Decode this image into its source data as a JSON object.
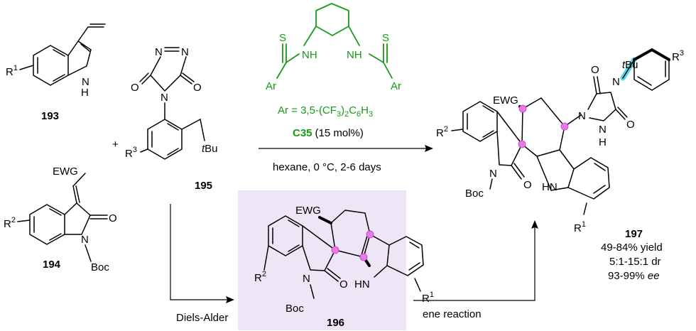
{
  "labels": {
    "c193": "193",
    "c194": "194",
    "c195": "195",
    "c196": "196",
    "c197": "197",
    "plus": "+",
    "r1": "R",
    "r1sup": "1",
    "r2": "R",
    "r2sup": "2",
    "r3": "R",
    "r3sup": "3",
    "nh": "NH",
    "hn": "HN",
    "h": "H",
    "n": "N",
    "o": "O",
    "s": "S",
    "ewg": "EWG",
    "boc": "Boc",
    "tbu_t": "t",
    "tbu_bu": "Bu",
    "ar": "Ar"
  },
  "catalyst": {
    "ar_definition_prefix": "Ar = 3,5-(CF",
    "ar_sub3": "3",
    "ar_definition_mid": ")",
    "ar_sub2": "2",
    "ar_definition_c": "C",
    "ar_sub6": "6",
    "ar_definition_h": "H",
    "ar_sub3b": "3",
    "name": "C35",
    "loading": "(15 mol%)"
  },
  "conditions": "hexane, 0 °C, 2-6 days",
  "steps": {
    "diels_alder": "Diels-Alder",
    "ene": "ene reaction"
  },
  "results": {
    "yield": "49-84% yield",
    "dr": "5:1-15:1 dr",
    "ee_value": "93-99% ",
    "ee_unit": "ee"
  },
  "colors": {
    "catalyst": "#169b16",
    "highlight_box": "#ece6f6",
    "stereocenter_dot": "#e67ae6",
    "new_bond": "#54d6e8"
  }
}
